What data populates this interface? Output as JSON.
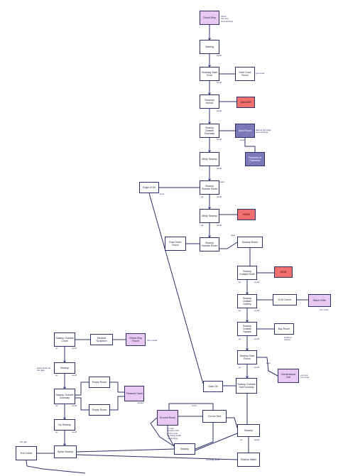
{
  "colors": {
    "edge": "#2b2f6a",
    "node_border": "#2b2f6a",
    "node_fill": "#ffffff",
    "purple_light": "#e9c8f1",
    "purple_dark": "#7b79b8",
    "red": "#f06f6f"
  },
  "nodes": {
    "n_ghost_ship": "Ghost Ship",
    "n_waking": "Waking",
    "n_swampy_dark_cove": "Swampy Dark Cove",
    "n_dark_cove_room": "Dark Cove Room",
    "n_swampy_hollow": "Swampy Hollow",
    "n_danger1": "DANGER",
    "n_swamp_outside_doorway": "Swamp Outside Doorway",
    "n_dark_room": "Dark Room",
    "n_pedestal_darkness": "Pedestal of Darkness",
    "n_misty_swamp1": "Misty Swamp",
    "n_swamp_outside_south": "Swamp Outside South",
    "n_edge_of_oil": "Edge of Oil",
    "n_misty_swamp2": "Misty Swamp",
    "n_hand": "HAND",
    "n_east_outer_room": "East Outer Room",
    "n_swamp_outside_room": "Swamp Outside Room",
    "n_swamp_home": "Swamp Home",
    "n_swamp_outside_north": "Swamp Outside North",
    "n_mob": "MOB",
    "n_swamp_outside_gallery": "Swamp Outside Gallery",
    "n_nw_corner": "N W Corner",
    "n_black_cliffs": "Black Cliffs",
    "n_swamp_outside_square": "Swamp Outside Square",
    "n_bay_room": "Bay Room",
    "n_swamp_gate_room": "Swamp Gate Room",
    "n_gardenwood_cell": "Gardenwood Cell",
    "n_dark_oil": "Dark Oil",
    "n_swamp_outside_doorway2": "Swamp Outside Sail Doorway",
    "n_swamp_outside_circle": "Swamp Outside Circle",
    "n_medical_sculpture": "Medical Sculpture",
    "n_ghost_ship_room": "Ghost Ship Room",
    "n_swamp_w": "Swamp",
    "n_swamp_outside_doorway3": "Swamp Outside Doorway",
    "n_empty_room1": "Empty Room",
    "n_treasure_vault": "Treasure Vault",
    "n_empty_room2": "Empty Room",
    "n_icy_swamp": "Icy Swamp",
    "n_ground_room": "Ground Room",
    "n_corner_sea": "Corner Sea",
    "n_swamp_s": "Swamp",
    "n_swamp_se": "Swamp",
    "n_exit_cellar": "Exit Cellar",
    "n_spiral_swamp": "Spiral Swamp",
    "n_shallow_water": "Shallow Water"
  },
  "labels": {
    "l_ghost_ship_note": "thrust\ncan see\nsurroundings",
    "l_dark_cove_note": "you enter",
    "l_dark_room_note": "dark at the edge\nsurroundings",
    "l_south": "south",
    "l_north": "north",
    "l_east": "east",
    "l_west": "west",
    "l_up": "up",
    "l_down": "down",
    "l_black_cliffs_note": "you enter",
    "l_bay_room_note": "winds to\nrescue",
    "l_gardenwood_note": "you see\nyou enter",
    "l_ghost_ship_room_note": "ship inside",
    "l_swamp_w_note": "leave Ruins at\nthe gate",
    "l_treasure_note": "reward",
    "l_ground_note": "to east\nclimbs north\nshift in pile\nclimbing south\nunclimbing",
    "l_exit_note": "left gap",
    "l_swamp_s_note": "crossing south"
  }
}
